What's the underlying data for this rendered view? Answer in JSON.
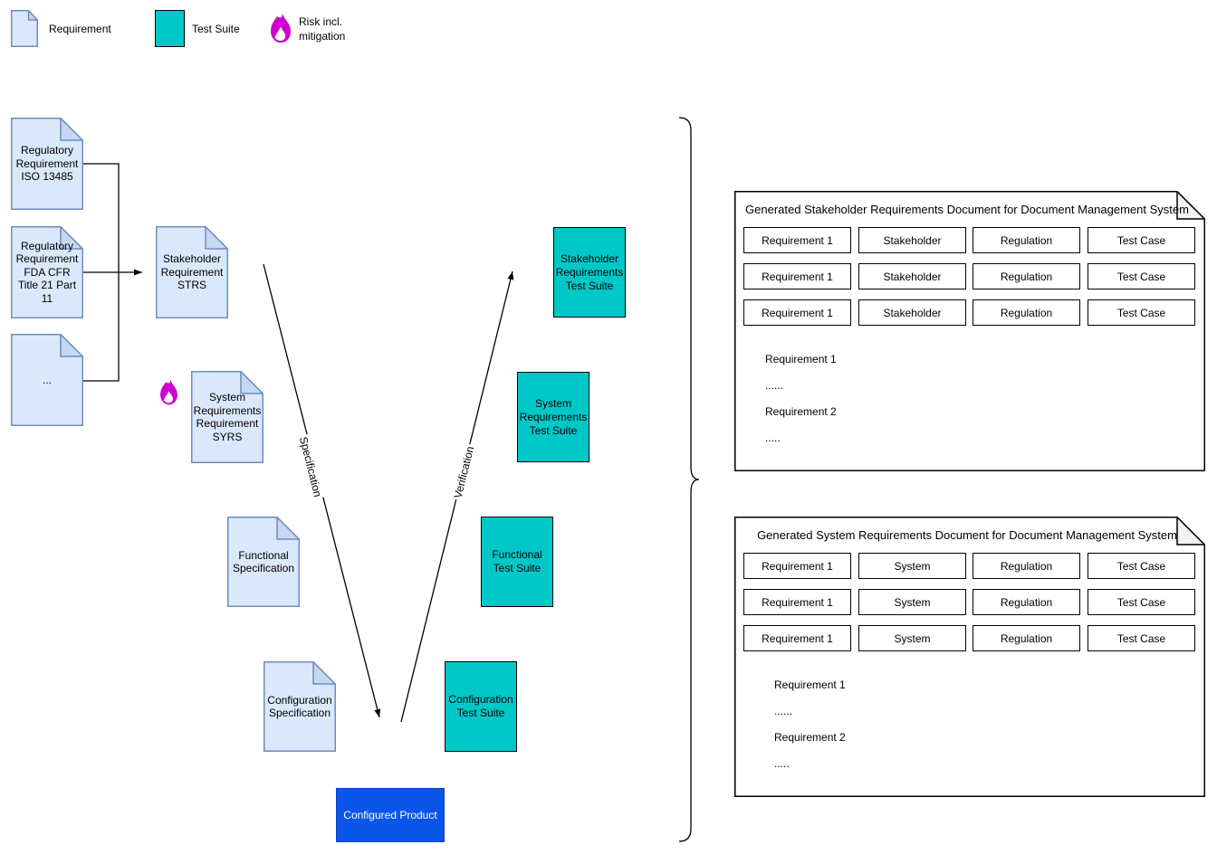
{
  "legend": {
    "requirement": "Requirement",
    "test_suite": "Test Suite",
    "risk_line1": "Risk incl.",
    "risk_line2": "mitigation"
  },
  "diagram": {
    "documents": [
      {
        "label": "Regulatory Requirement ISO 13485"
      },
      {
        "label": "Regulatory Requirement FDA CFR Title 21 Part 11"
      },
      {
        "label": "..."
      },
      {
        "label": "Stakeholder Requirement STRS"
      },
      {
        "label": "System Requirements Requirement SYRS"
      },
      {
        "label": "Functional Specification"
      },
      {
        "label": "Configuration Specification"
      }
    ],
    "test_suites": [
      {
        "label": "Stakeholder Requirements Test Suite"
      },
      {
        "label": "System Requirements Test Suite"
      },
      {
        "label": "Functional Test Suite"
      },
      {
        "label": "Configuration Test Suite"
      }
    ],
    "configured_product": "Configured Product",
    "specification_arrow_label": "Specification",
    "verification_arrow_label": "Verification"
  },
  "panels": [
    {
      "title": "Generated Stakeholder Requirements Document for Document Management System",
      "rows": [
        [
          "Requirement 1",
          "Stakeholder",
          "Regulation",
          "Test Case"
        ],
        [
          "Requirement 1",
          "Stakeholder",
          "Regulation",
          "Test Case"
        ],
        [
          "Requirement 1",
          "Stakeholder",
          "Regulation",
          "Test Case"
        ]
      ],
      "body": [
        "Requirement 1",
        "......",
        "Requirement 2",
        "....."
      ]
    },
    {
      "title": "Generated System Requirements Document for Document Management System",
      "rows": [
        [
          "Requirement 1",
          "System",
          "Regulation",
          "Test Case"
        ],
        [
          "Requirement 1",
          "System",
          "Regulation",
          "Test Case"
        ],
        [
          "Requirement 1",
          "System",
          "Regulation",
          "Test Case"
        ]
      ],
      "body": [
        "Requirement 1",
        "......",
        "Requirement 2",
        "....."
      ]
    }
  ],
  "colors": {
    "requirement_fill": "#dbe8fc",
    "requirement_stroke": "#6c8ebf",
    "requirement_fold": "#c6d7f1",
    "test_suite_fill": "#00c8c8",
    "risk_flame": "#cf00cf",
    "product_fill": "#0a54e8",
    "line": "#000000"
  }
}
